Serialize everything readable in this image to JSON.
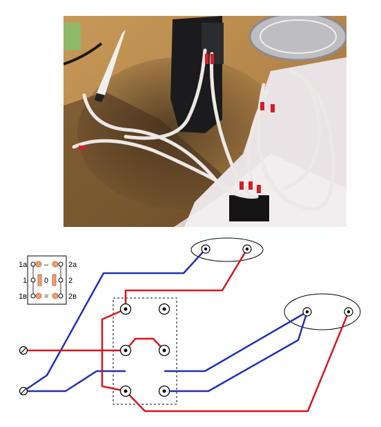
{
  "legend": {
    "top_left": "1а",
    "top_right": "2а",
    "mid_left": "1",
    "mid_right": "2",
    "bottom_left": "1в",
    "bottom_right": "2в",
    "sym_top": "–",
    "sym_mid": "0",
    "sym_bottom": "="
  },
  "colors": {
    "blue_wire": "#1f2fb4",
    "red_wire": "#d8141c",
    "pin_orange": "#f0a070",
    "pin_orange_dark": "#d8905a"
  }
}
